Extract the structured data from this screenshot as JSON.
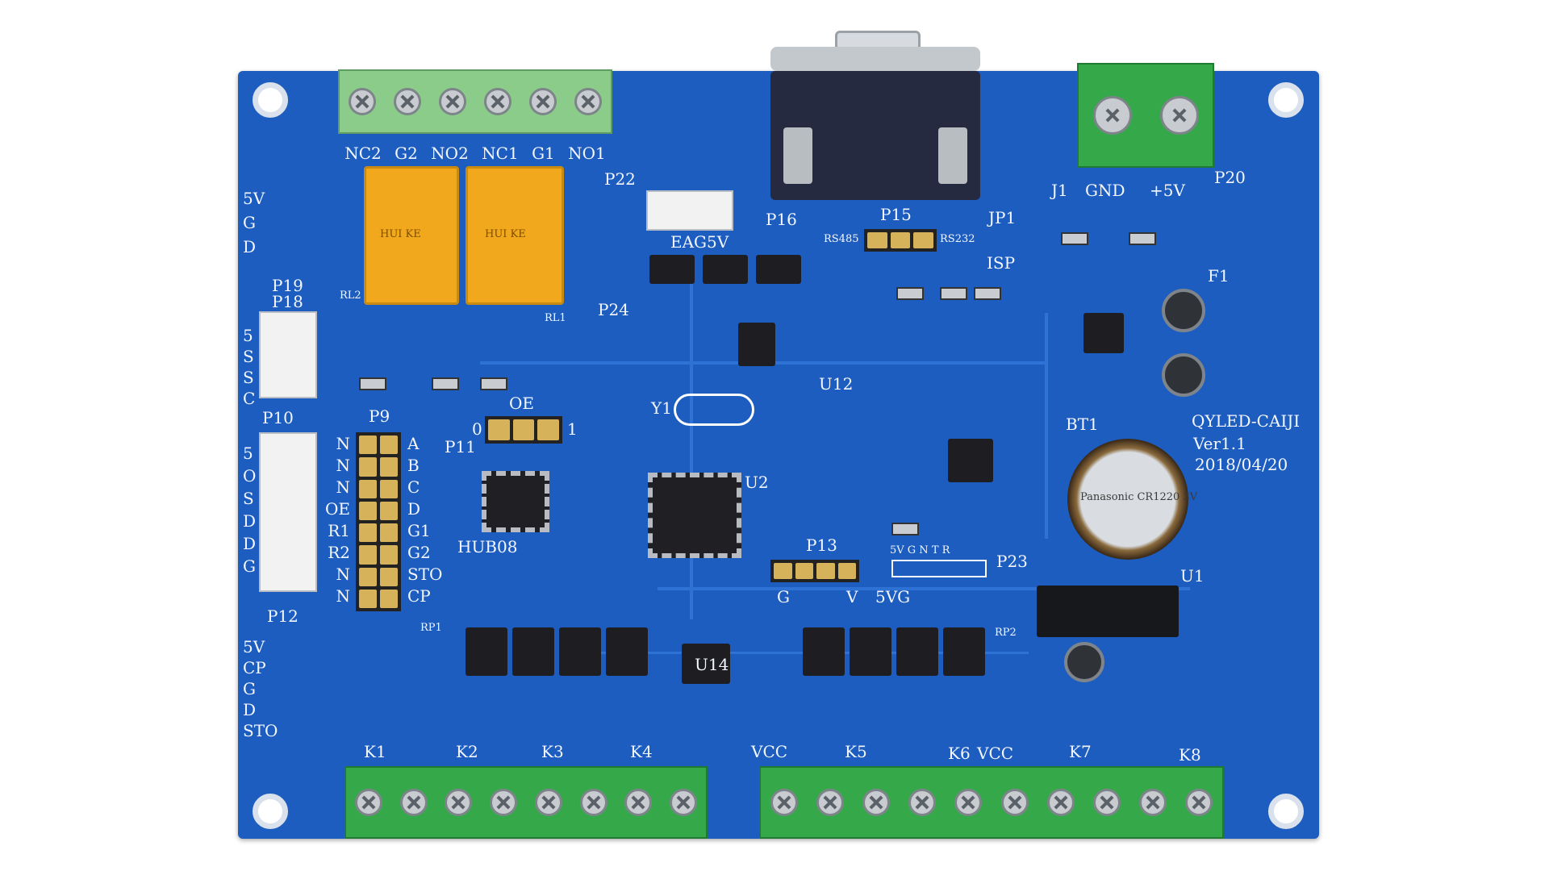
{
  "board": {
    "title": "QYLED-CAIJI",
    "version": "Ver1.1",
    "date": "2018/04/20"
  },
  "top_terminal_labels": [
    "NC2",
    "G2",
    "NO2",
    "NC1",
    "G1",
    "NO1"
  ],
  "power": {
    "gnd_label": "GND",
    "plus5_label": "+5V",
    "connector": "P20",
    "j1": "J1"
  },
  "left_p19": [
    "5V",
    "G",
    "D"
  ],
  "left_p10": [
    "5",
    "S",
    "S",
    "C"
  ],
  "left_p12_top": [
    "5",
    "O",
    "S",
    "D",
    "D",
    "G"
  ],
  "p9_left": [
    "N",
    "N",
    "N",
    "OE",
    "R1",
    "R2",
    "N",
    "N"
  ],
  "p9_right": [
    "A",
    "B",
    "C",
    "D",
    "G1",
    "G2",
    "STO",
    "CP"
  ],
  "left_p12_bottom": [
    "5V",
    "CP",
    "G",
    "D",
    "STO"
  ],
  "bottom_labels": [
    "K1",
    "K2",
    "K3",
    "K4",
    "VCC",
    "K5",
    "K6",
    "VCC",
    "K7",
    "K8"
  ],
  "refs": {
    "P19": "P19",
    "P18": "P18",
    "P10": "P10",
    "P9": "P9",
    "P12": "P12",
    "P11": "P11",
    "P22": "P22",
    "P24": "P24",
    "P16": "P16",
    "P15": "P15",
    "JP1": "JP1",
    "ISP": "ISP",
    "RS485": "RS485",
    "RS232": "RS232",
    "EAG5V": "EAG5V",
    "OE": "OE",
    "HUB08": "HUB08",
    "U2": "U2",
    "U12": "U12",
    "U14": "U14",
    "U1": "U1",
    "Y1": "Y1",
    "P13": "P13",
    "P23": "P23",
    "BT1": "BT1",
    "RL2": "RL2",
    "RL1": "RL1",
    "F1": "F1",
    "RP1": "RP1",
    "RP2": "RP2",
    "G": "G",
    "V": "V",
    "5VG": "5VG",
    "five_v_gntr": "5V G N T R",
    "zero": "0",
    "one": "1"
  },
  "relay_text": "HUI KE",
  "battery_text": "Panasonic CR1220 3V"
}
